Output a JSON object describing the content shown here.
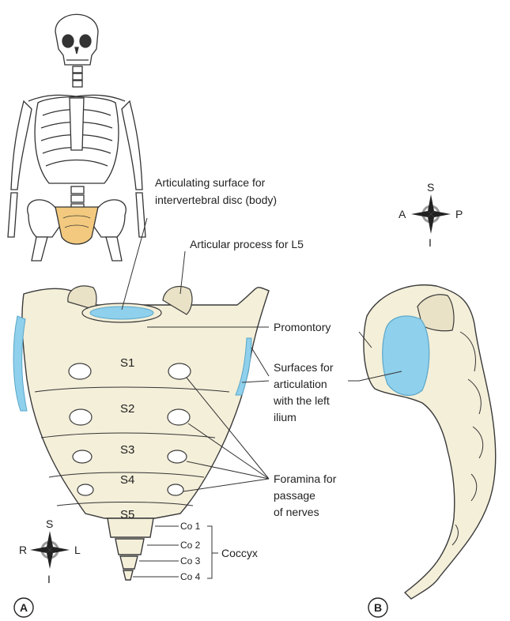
{
  "labels": {
    "articulating_surface": [
      "Articulating surface for",
      "intervertebral disc (body)"
    ],
    "articular_process": "Articular process for L5",
    "promontory": "Promontory",
    "surfaces_articulation": [
      "Surfaces for",
      "articulation",
      "with the left",
      "ilium"
    ],
    "foramina": [
      "Foramina for",
      "passage",
      "of nerves"
    ],
    "coccyx": "Coccyx"
  },
  "segments": [
    "S1",
    "S2",
    "S3",
    "S4",
    "S5"
  ],
  "coccygeal": [
    "Co 1",
    "Co 2",
    "Co 3",
    "Co 4"
  ],
  "compass_a": {
    "top": "S",
    "bottom": "I",
    "left": "R",
    "right": "L"
  },
  "compass_b": {
    "top": "S",
    "bottom": "I",
    "left": "A",
    "right": "P"
  },
  "panels": {
    "a": "A",
    "b": "B"
  },
  "colors": {
    "bone": "#f4efd9",
    "highlight": "#f2c97e",
    "articular": "#8fd0ec"
  }
}
